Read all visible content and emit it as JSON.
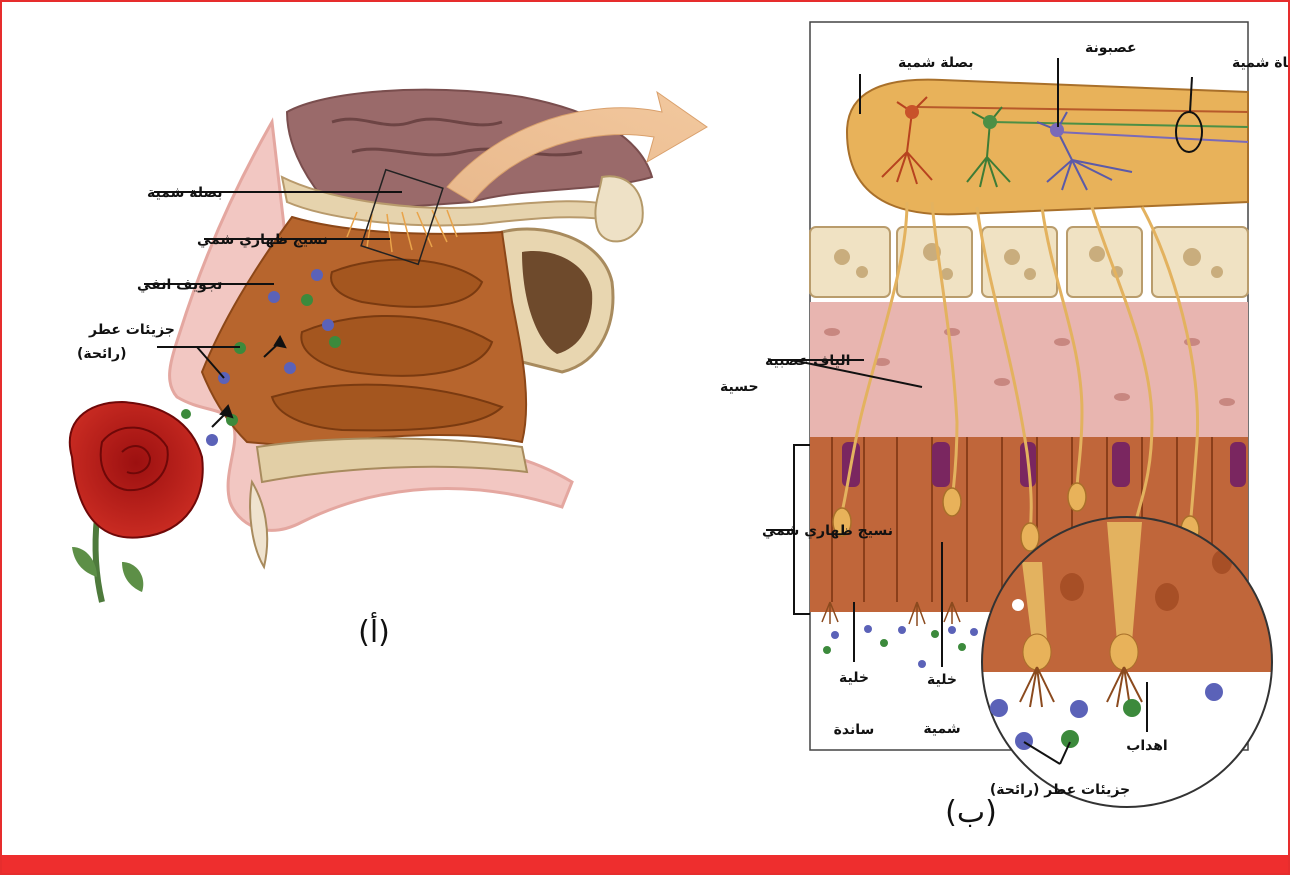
{
  "colors": {
    "frame": "#e62d2d",
    "bar": "#ee2e2e",
    "tissue": "#b5602e",
    "bulb": "#e8b25a",
    "molecule_blue": "#5b62b8",
    "molecule_green": "#3c8a3c"
  },
  "panel_a": {
    "caption": "(أ)",
    "labels": {
      "olfactory_bulb": "بصلة شمية",
      "olfactory_epithelium": "نسيج ظهاري شمي",
      "nasal_cavity": "تجويف انفي",
      "odor_molecules_line1": "جزيئات عطر",
      "odor_molecules_line2": "(رائحة)"
    },
    "icons": {
      "rose": "rose-illustration",
      "arrow": "curved-arrow"
    }
  },
  "panel_b": {
    "caption": "(ب)",
    "labels": {
      "olfactory_bulb": "بصلة شمية",
      "glomerulus": "عصبونة",
      "olfactory_tract": "قناة شمية",
      "sensory_fibers_line1": "الياف عصبية",
      "sensory_fibers_line2": "حسية",
      "olfactory_epithelium": "نسيج ظهاري شمي",
      "supporting_cell_line1": "خلية",
      "supporting_cell_line2": "ساندة",
      "olfactory_cell_line1": "خلية",
      "olfactory_cell_line2": "شمية",
      "cilia": "اهداب",
      "odor_molecules": "جزيئات عطر (رائحة)"
    }
  }
}
